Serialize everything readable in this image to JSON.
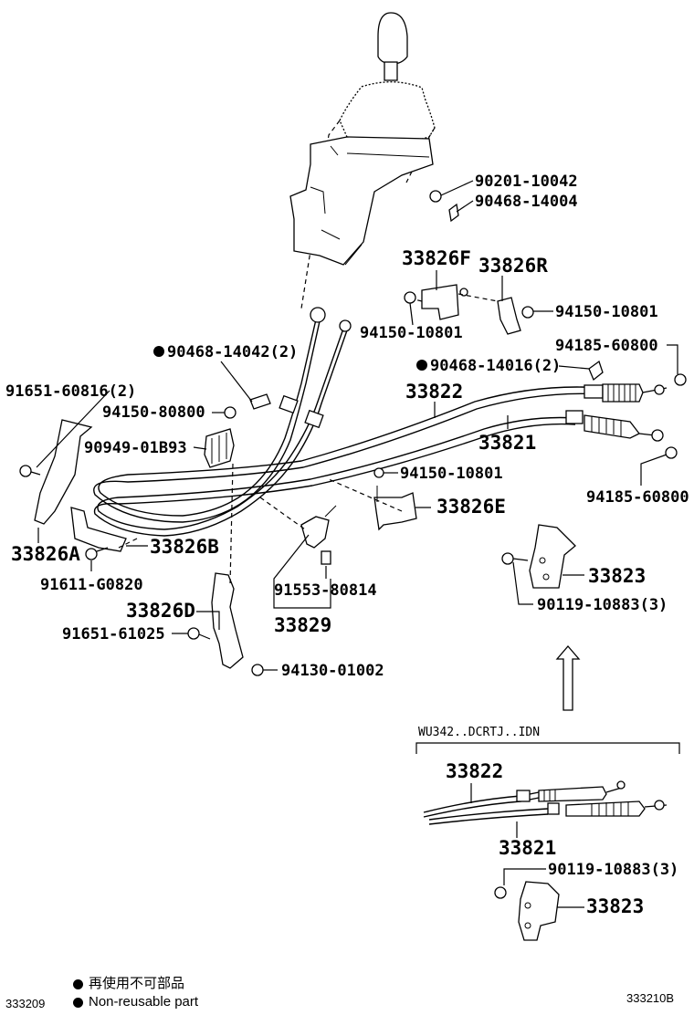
{
  "labels": {
    "p90201_10042": "90201-10042",
    "p90468_14004": "90468-14004",
    "p33826F": "33826F",
    "p33826R": "33826R",
    "p94150_10801_a": "94150-10801",
    "p94150_10801_b": "94150-10801",
    "p90468_14042": "90468-14042(2)",
    "p90468_14016": "90468-14016(2)",
    "p94185_60800_a": "94185-60800",
    "p91651_60816": "91651-60816(2)",
    "p94150_80800": "94150-80800",
    "p33822": "33822",
    "p90949_01B93": "90949-01B93",
    "p33821": "33821",
    "p94150_10801_c": "94150-10801",
    "p94185_60800_b": "94185-60800",
    "p33826E": "33826E",
    "p33826A": "33826A",
    "p33826B": "33826B",
    "p91611_G0820": "91611-G0820",
    "p33823": "33823",
    "p91553_80814": "91553-80814",
    "p90119_10883": "90119-10883(3)",
    "p33826D": "33826D",
    "p33829": "33829",
    "p91651_61025": "91651-61025",
    "p94130_01002": "94130-01002",
    "variant_header": "WU342..DCRTJ..IDN",
    "v_33822": "33822",
    "v_33821": "33821",
    "v_90119_10883": "90119-10883(3)",
    "v_33823": "33823"
  },
  "legend": {
    "jp": "再使用不可部品",
    "en": "Non-reusable part"
  },
  "codes": {
    "left": "333209",
    "right": "333210B"
  },
  "icons": {
    "non_reusable_marker": "filled-circle-icon"
  }
}
